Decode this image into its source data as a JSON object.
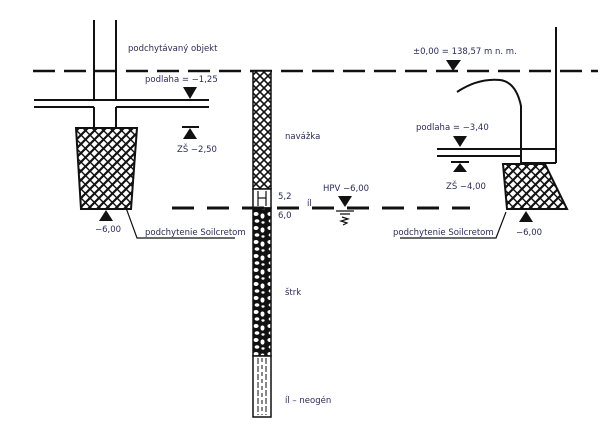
{
  "diagram": {
    "title": "Geological profile with foundation underpinning",
    "labels": {
      "underpinned_object": "podchytávaný objekt",
      "floor_left": "podlaha = −1,25",
      "zs_left": "ZŠ −2,50",
      "base_left": "−6,00",
      "underpinning_left": "podchytenie Soilcretom",
      "datum": "±0,00 = 138,57 m n. m.",
      "fill_layer": "navážka",
      "depth_top": "5,2",
      "depth_bottom": "6,0",
      "clay": "íl",
      "groundwater": "HPV −6,00",
      "floor_right": "podlaha = −3,40",
      "zs_right": "ZŠ −4,00",
      "underpinning_right": "podchytenie Soilcretom",
      "base_right": "−6,00",
      "gravel": "štrk",
      "clay_neogene": "íl – neogén"
    },
    "layers": [
      {
        "name": "navážka",
        "from": 0,
        "to": 5.2,
        "pattern": "cross-hatch"
      },
      {
        "name": "íl",
        "from": 5.2,
        "to": 6.0,
        "pattern": "vertical-lines"
      },
      {
        "name": "štrk",
        "from": 6.0,
        "to": 12.5,
        "pattern": "gravel"
      },
      {
        "name": "íl – neogén",
        "from": 12.5,
        "to": 15.0,
        "pattern": "vertical-dashed"
      }
    ],
    "colors": {
      "line": "#111111",
      "text": "#2b2b5a",
      "background": "#ffffff"
    }
  }
}
